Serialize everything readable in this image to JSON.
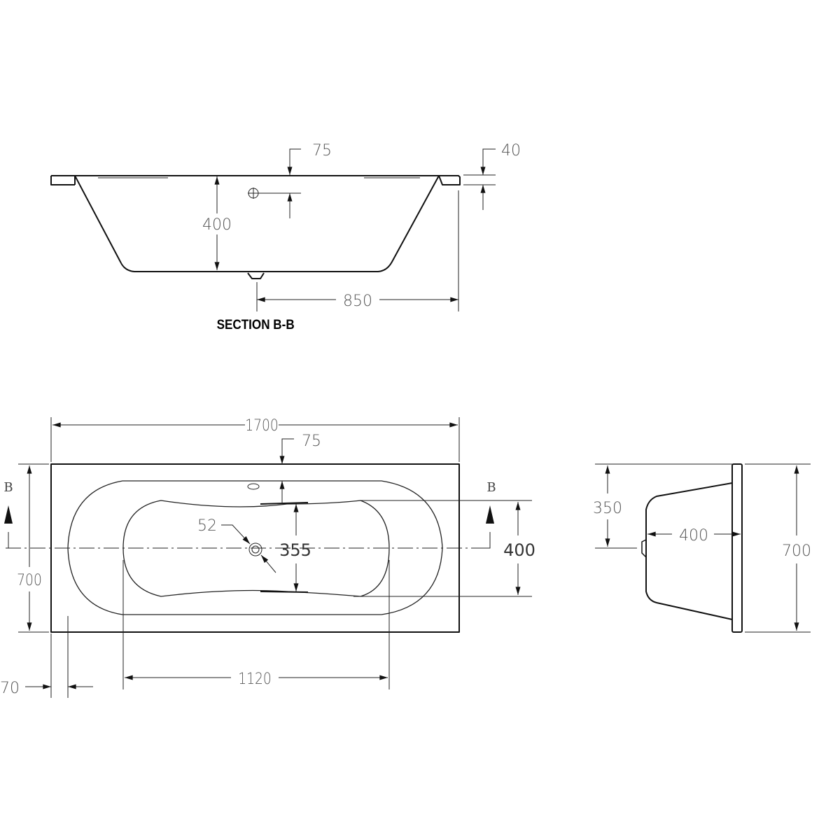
{
  "section_view": {
    "title": "SECTION B-B",
    "dims": {
      "overflow_height": "75",
      "rim_thickness": "40",
      "depth": "400",
      "drain_offset": "850"
    }
  },
  "plan_view": {
    "section_marker": "B",
    "dims": {
      "length": "1700",
      "overflow_offset": "75",
      "drain_diameter": "52",
      "basin_width": "355",
      "basin_outer_width": "400",
      "width": "700",
      "rim_width": "70",
      "basin_length": "1120"
    }
  },
  "end_view": {
    "dims": {
      "half_width": "350",
      "depth": "400",
      "width": "700"
    }
  },
  "colors": {
    "line": "#111111",
    "dimension_text": "#555555"
  }
}
